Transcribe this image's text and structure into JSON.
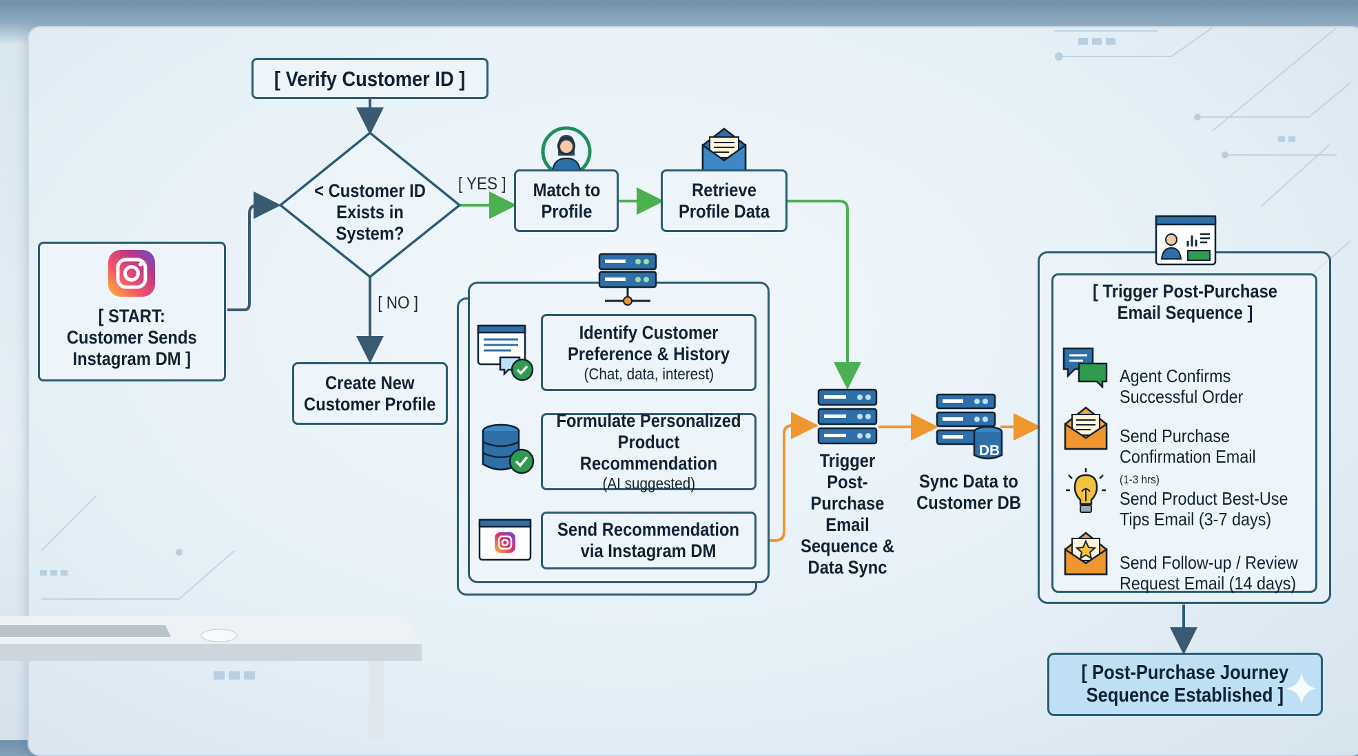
{
  "nodes": {
    "verify": "[ Verify Customer ID ]",
    "decision": "< Customer ID\nExists in\nSystem?",
    "start": "[ START:\nCustomer Sends\nInstagram DM ]",
    "match": "Match to\nProfile",
    "retrieve": "Retrieve\nProfile Data",
    "create": "Create New\nCustomer Profile",
    "identify_title": "Identify Customer\nPreference & History",
    "identify_sub": "(Chat, data, interest)",
    "formulate_title": "Formulate Personalized\nProduct Recommendation",
    "formulate_sub": "(AI suggested)",
    "send_dm": "Send Recommendation\nvia Instagram DM",
    "trigger_sync": "Trigger\nPost-Purchase\nEmail\nSequence &\nData Sync",
    "sync_db": "Sync Data to\nCustomer DB",
    "db_badge": "DB",
    "email_seq_title": "[ Trigger Post-Purchase\nEmail Sequence ]",
    "journey": "[ Post-Purchase Journey\nSequence Established ]"
  },
  "edges": {
    "yes": "[ YES ]",
    "no": "[ NO ]"
  },
  "email_steps": [
    {
      "text": "Agent Confirms\nSuccessful Order",
      "note": "",
      "icon": "chat-bubbles-icon"
    },
    {
      "text": "Send Purchase\nConfirmation Email",
      "note": "(1-3 hrs)",
      "icon": "open-envelope-icon"
    },
    {
      "text": "Send Product Best-Use\nTips Email (3-7 days)",
      "note": "",
      "icon": "lightbulb-icon"
    },
    {
      "text": "Send Follow-up / Review\nRequest Email (14 days)",
      "note": "",
      "icon": "star-envelope-icon"
    }
  ],
  "colors": {
    "border": "#2a5c75",
    "arrow_dark": "#3a5a72",
    "arrow_green": "#4caf50",
    "arrow_orange": "#f0962e",
    "server_blue": "#2f6fa8",
    "final_fill": "#bfe0f4"
  }
}
